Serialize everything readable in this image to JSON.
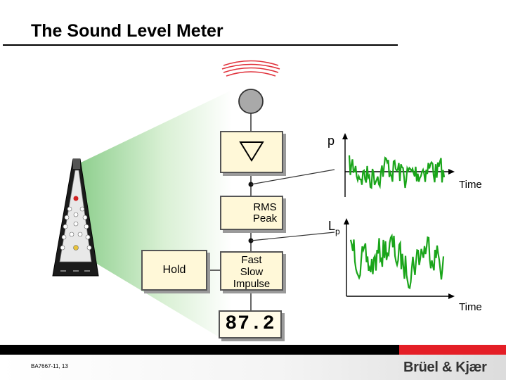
{
  "title": "The Sound Level Meter",
  "blocks": {
    "rms_line1": "RMS",
    "rms_line2": "Peak",
    "time_line1": "Fast",
    "time_line2": "Slow",
    "time_line3": "Impulse",
    "hold": "Hold",
    "reading": "87.2"
  },
  "graphs": {
    "top_y_label": "p",
    "bottom_y_label": "L",
    "bottom_y_subscript": "p",
    "time_label": "Time"
  },
  "footer": {
    "code": "BA7667-11, 13",
    "brand": "Brüel & Kjær"
  },
  "colors": {
    "signal": "#1aa51a",
    "box_fill": "#fff8d8",
    "brand_red": "#e41e26",
    "sound_waves": "#e0303a"
  }
}
